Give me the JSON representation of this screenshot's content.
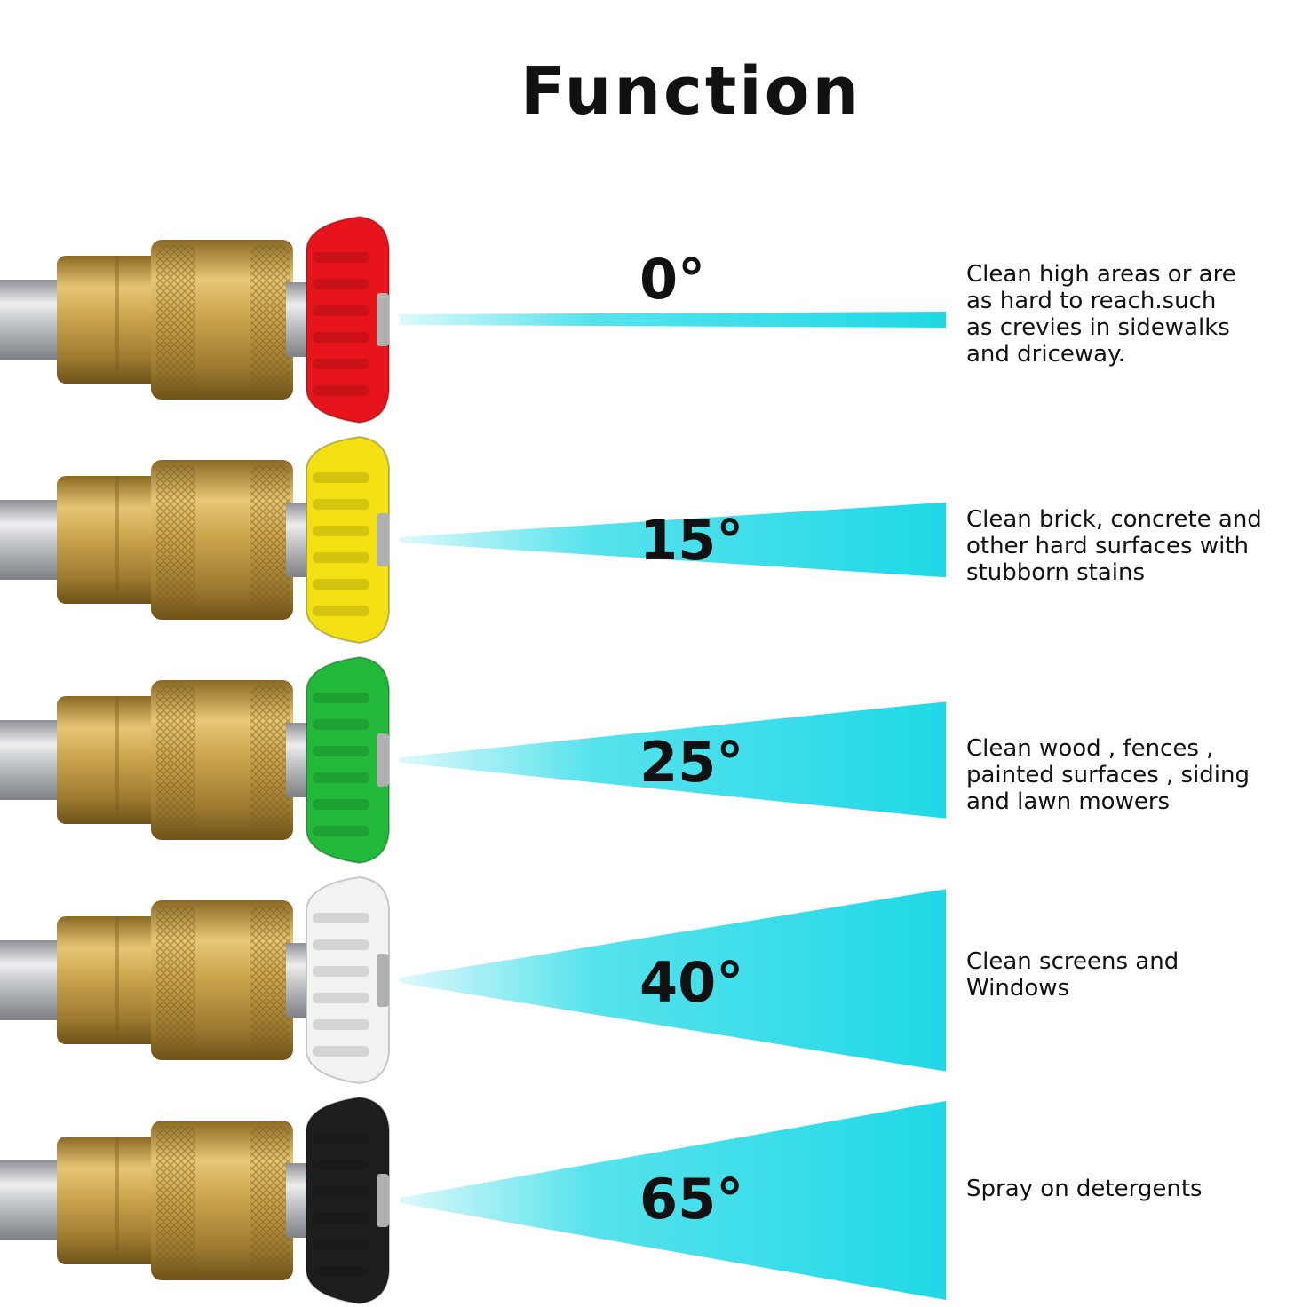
{
  "title": "Function",
  "colors": {
    "spray": "#1fd9e6",
    "brass": "#c9a24a",
    "steel": "#b9bcc0"
  },
  "nozzles": [
    {
      "angle": "0°",
      "spray_degrees": 0,
      "tip_color": "#e8141c",
      "tip_name": "red",
      "description": "Clean high areas or are\nas hard to reach.such\nas crevies in sidewalks\nand driceway."
    },
    {
      "angle": "15°",
      "spray_degrees": 15,
      "tip_color": "#f2e013",
      "tip_name": "yellow",
      "description": "Clean brick, concrete and\nother hard surfaces with\nstubborn stains"
    },
    {
      "angle": "25°",
      "spray_degrees": 25,
      "tip_color": "#22b83a",
      "tip_name": "green",
      "description": "Clean wood , fences ,\npainted surfaces , siding\nand lawn mowers"
    },
    {
      "angle": "40°",
      "spray_degrees": 40,
      "tip_color": "#f2f2f2",
      "tip_name": "white",
      "description": "Clean screens and\nWindows"
    },
    {
      "angle": "65°",
      "spray_degrees": 65,
      "tip_color": "#1e1e1e",
      "tip_name": "black",
      "description": "Spray on detergents"
    }
  ]
}
